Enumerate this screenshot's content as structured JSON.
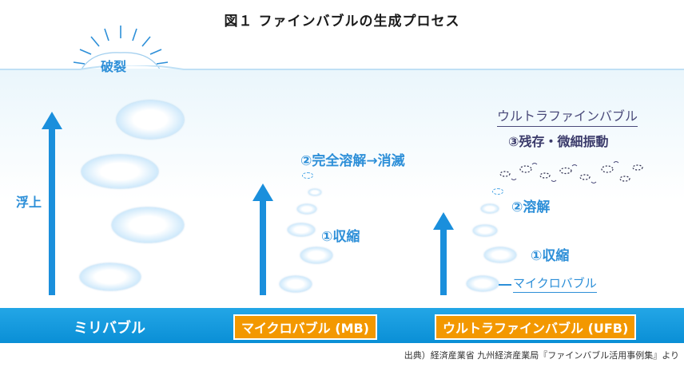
{
  "title": "図１ ファインバブルの生成プロセス",
  "float_label": "浮上",
  "burst_label": "破裂",
  "micro_labels": {
    "dissolve_vanish": "②完全溶解→消滅",
    "shrink": "①収縮"
  },
  "ufb_labels": {
    "name": "ウルトラファインバブル",
    "residual": "③残存・微細振動",
    "dissolve": "②溶解",
    "shrink": "①収縮",
    "microbubble": "マイクロバブル"
  },
  "stages": {
    "milli": "ミリバブル",
    "micro": "マイクロバブル (MB)",
    "ufb": "ウルトラファインバブル (UFB)"
  },
  "source": "出典）経済産業省 九州経済産業局『ファインバブル活用事例集』より",
  "colors": {
    "accent_blue": "#2d8fd8",
    "stage_bar": "#0a8fd6",
    "stage_box": "#f39800",
    "arrow_blue": "#1a8fdc"
  }
}
